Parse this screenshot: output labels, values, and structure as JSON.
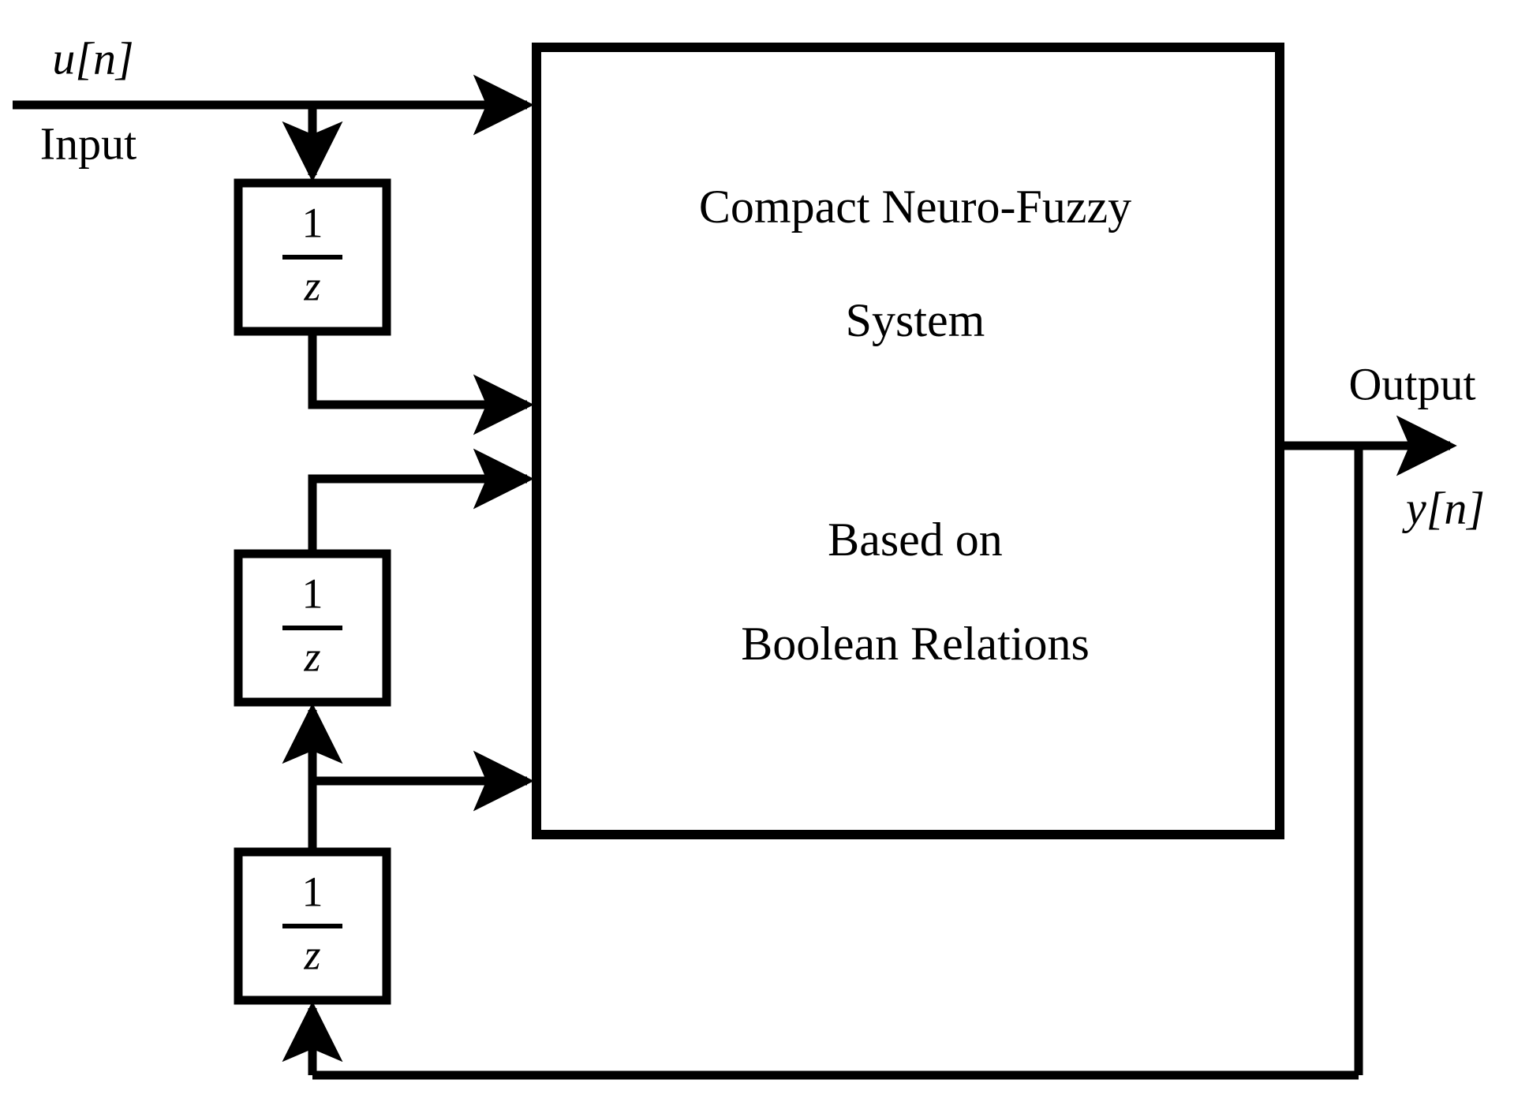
{
  "diagram": {
    "title": "Compact Neuro-Fuzzy System Based on Boolean Relations block diagram",
    "background_color": "#ffffff",
    "line_color": "#000000",
    "main_block": {
      "name": "main-system-block",
      "lines": [
        "Compact Neuro-Fuzzy",
        "System",
        "Based on",
        "Boolean Relations"
      ]
    },
    "input": {
      "signal_label": "u[n]",
      "caption": "Input"
    },
    "output": {
      "caption": "Output",
      "signal_label": "y[n]"
    },
    "delay_blocks": [
      {
        "name": "delay-block-input-1",
        "numerator": "1",
        "denominator": "z"
      },
      {
        "name": "delay-block-feedback-1",
        "numerator": "1",
        "denominator": "z"
      },
      {
        "name": "delay-block-feedback-2",
        "numerator": "1",
        "denominator": "z"
      }
    ]
  }
}
